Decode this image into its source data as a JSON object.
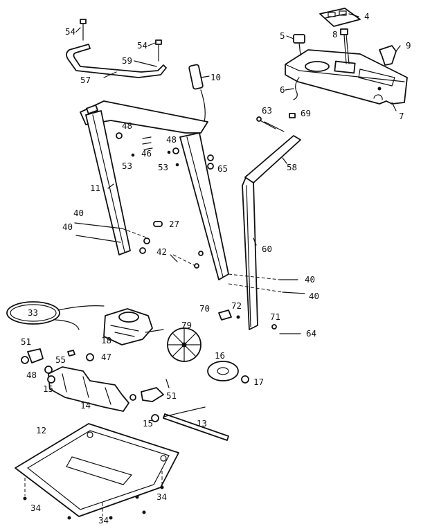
{
  "labels": {
    "p4": "4",
    "p5": "5",
    "p8": "8",
    "p9": "9",
    "p6": "6",
    "p7": "7",
    "p54a": "54",
    "p54b": "54",
    "p59": "59",
    "p57": "57",
    "p10": "10",
    "p63": "63",
    "p69": "69",
    "p48a": "48",
    "p48b": "48",
    "p46": "46",
    "p53a": "53",
    "p53b": "53",
    "p65": "65",
    "p58": "58",
    "p11": "11",
    "p40a": "40",
    "p40b": "40",
    "p27": "27",
    "p42": "42",
    "p60": "60",
    "p40c": "40",
    "p40d": "40",
    "p33": "33",
    "p70": "70",
    "p72": "72",
    "p71": "71",
    "p64": "64",
    "p79": "79",
    "p18": "18",
    "p51a": "51",
    "p55": "55",
    "p47": "47",
    "p48c": "48",
    "p16": "16",
    "p17": "17",
    "p15a": "15",
    "p14": "14",
    "p51b": "51",
    "p15b": "15",
    "p13": "13",
    "p12": "12",
    "p34a": "34",
    "p34b": "34",
    "p34c": "34"
  }
}
